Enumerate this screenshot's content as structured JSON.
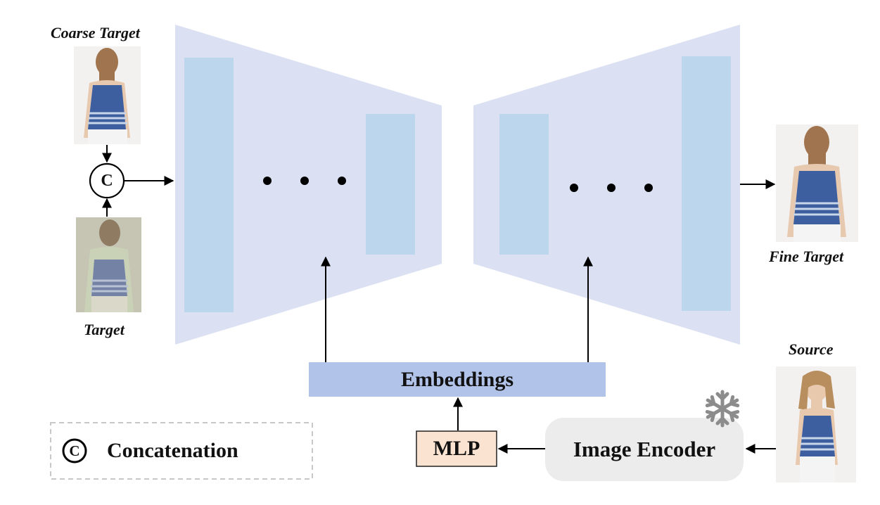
{
  "labels": {
    "coarse_target": "Coarse Target",
    "target": "Target",
    "fine_target": "Fine Target",
    "source": "Source"
  },
  "concat_symbol": "C",
  "blocks": {
    "embeddings": "Embeddings",
    "mlp": "MLP",
    "image_encoder": "Image Encoder"
  },
  "legend": {
    "symbol": "C",
    "text": "Concatenation"
  },
  "icons": [
    "snowflake-icon",
    "concat-circle-icon",
    "ellipsis-icon"
  ],
  "colors": {
    "trapezoid": "#dbe1f3",
    "inner_block": "#bcd6ee",
    "embeddings": "#b1c3e8",
    "mlp": "#fbe3d1",
    "encoder": "#ececec",
    "snowflake": "#8c8c8c",
    "garment": "#3d5fa0"
  }
}
